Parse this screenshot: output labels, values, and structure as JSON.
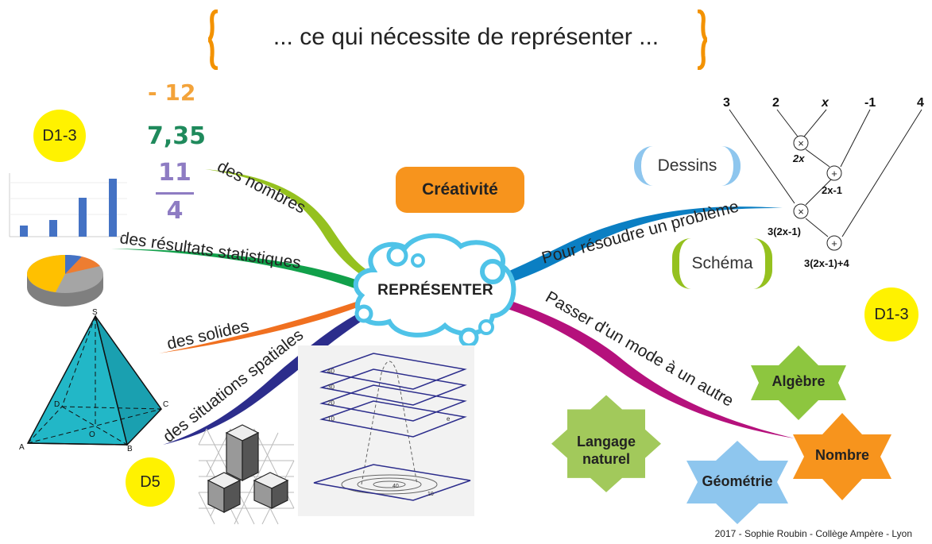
{
  "title": "... ce qui nécessite de représenter ...",
  "center": "REPRÉSENTER",
  "creativity": "Créativité",
  "branches": {
    "nombres": "des nombres",
    "stats": "des résultats statistiques",
    "solides": "des solides",
    "spatiales": "des situations spatiales",
    "probleme": "Pour résoudre un problème",
    "mode": "Passer d'un mode à un autre"
  },
  "numbers": {
    "negative": "- 12",
    "decimal": "7,35",
    "frac_num": "11",
    "frac_den": "4"
  },
  "badges": {
    "top_left": "D1-3",
    "bottom_left": "D5",
    "right": "D1-3"
  },
  "pills": {
    "dessins": "Dessins",
    "schema": "Schéma"
  },
  "stars": {
    "langage": "Langage naturel",
    "algebre": "Algèbre",
    "nombre": "Nombre",
    "geometrie": "Géométrie"
  },
  "tree": {
    "inputs": [
      "3",
      "2",
      "x",
      "-1",
      "4"
    ],
    "labels": [
      "2x",
      "2x-1",
      "3(2x-1)",
      "3(2x-1)+4"
    ]
  },
  "pyramid_labels": [
    "S",
    "D",
    "C",
    "A",
    "O",
    "B"
  ],
  "cone_labels": [
    "40",
    "30",
    "20",
    "10",
    "e",
    "40",
    "10"
  ],
  "credit": "2017 - Sophie Roubin - Collège Ampère - Lyon",
  "colors": {
    "orange": "#f39200",
    "green": "#95c11f",
    "blue": "#0b7fc3",
    "navy": "#2c2d8c",
    "magenta": "#b5117c",
    "yellow": "#fff200"
  }
}
